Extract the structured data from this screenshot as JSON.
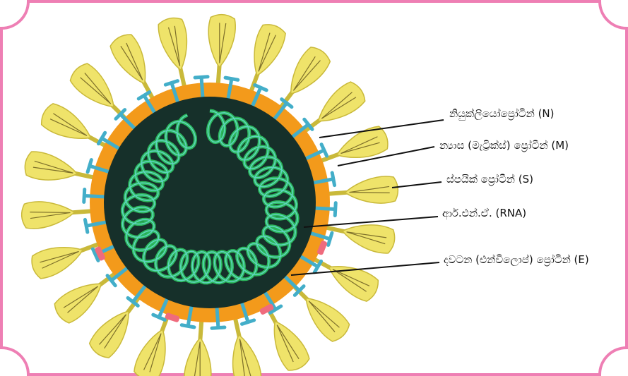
{
  "colors": {
    "frame": "#ee7fb4",
    "envelope": "#f39a1b",
    "core": "#16302a",
    "rna": "#2cb85c",
    "rna_inner": "#5fd4c0",
    "spike": "#efe36a",
    "spike_outline": "#c9b93a",
    "matrix": "#43aec9",
    "envelope_protein": "#ef6b7d",
    "leader": "#111111"
  },
  "labels": {
    "nucleoprotein": "නියුක්ලියෝප්‍රෝටීන් (N)",
    "matrix": "න්‍යාස (මැට්‍රික්ස්) ප්‍රෝටීන් (M)",
    "spike": "ස්පයික් ප්‍රෝටීන් (S)",
    "rna": "ආර්.එන්.ඒ. (RNA)",
    "envelope": "දවටන (එන්විලොප්) ප්‍රෝටීන් (E)"
  }
}
